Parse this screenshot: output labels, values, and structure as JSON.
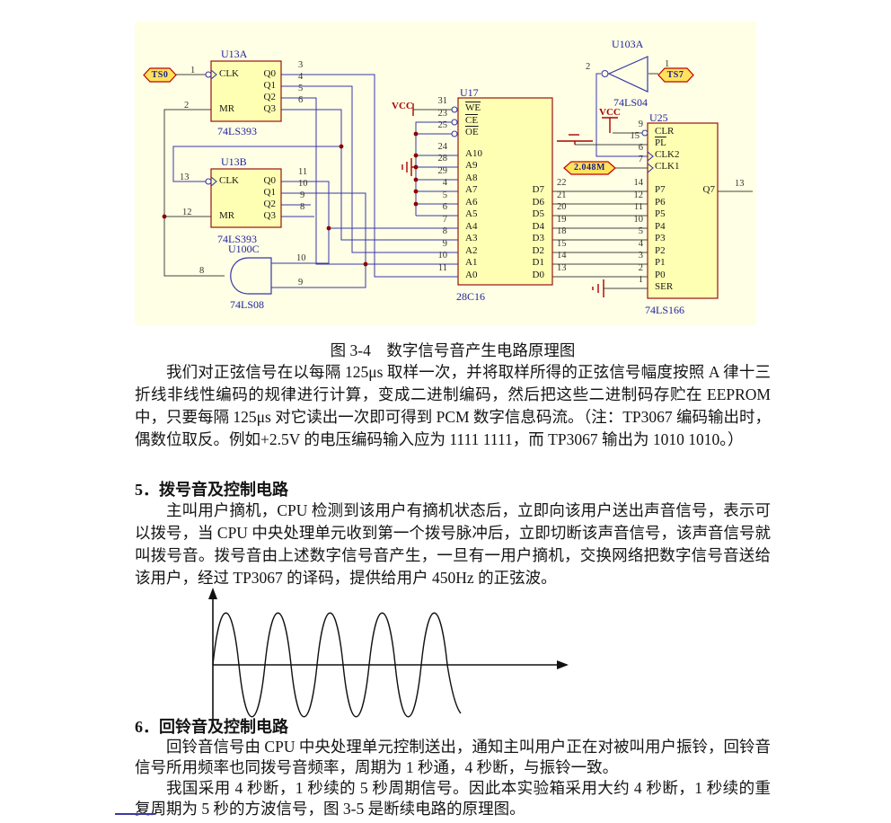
{
  "figure": {
    "caption": "图 3-4　数字信号音产生电路原理图"
  },
  "sections": {
    "h5": "5．拨号音及控制电路",
    "h6": "6．回铃音及控制电路"
  },
  "paragraphs": {
    "p1": "我们对正弦信号在以每隔 125μs 取样一次，并将取样所得的正弦信号幅度按照 A 律十三折线非线性编码的规律进行计算，变成二进制编码，然后把这些二进制码存贮在 EEPROM 中，只要每隔 125μs 对它读出一次即可得到 PCM 数字信息码流。（注：TP3067 编码输出时，偶数位取反。例如+2.5V 的电压编码输入应为 1111 1111，而 TP3067 输出为 1010 1010。）",
    "p2": "主叫用户摘机，CPU 检测到该用户有摘机状态后，立即向该用户送出声音信号，表示可以拨号，当 CPU 中央处理单元收到第一个拨号脉冲后，立即切断该声音信号，该声音信号就叫拨号音。拨号音由上述数字信号音产生，一旦有一用户摘机，交换网络把数字信号音送给该用户，经过 TP3067 的译码，提供给用户 450Hz 的正弦波。",
    "p3": "回铃音信号由 CPU 中央处理单元控制送出，通知主叫用户正在对被叫用户振铃，回铃音信号所用频率也同拨号音频率，周期为 1 秒通，4 秒断，与振铃一致。",
    "p4": "我国采用 4 秒断，1 秒续的 5 秒周期信号。因此本实验箱采用大约 4 秒断，1 秒续的重复周期为 5 秒的方波信号，图 3-5 是断续电路的原理图。"
  },
  "schematic": {
    "colors": {
      "wire": "#3737A8",
      "stub": "#45453F",
      "power": "#AA0000",
      "chip_fill": "#FFFFB4",
      "chip_border": "#991111",
      "panel_bg": "#FFFFE6",
      "port_fill": "#FFE35C"
    },
    "vcc": "VCC",
    "ports": {
      "ts0": "TS0",
      "ts7": "TS7",
      "osc": "2.048M"
    },
    "u13a": {
      "ref": "U13A",
      "part": "74LS393",
      "lnum": [
        "1",
        "2"
      ],
      "lpin": [
        "CLK",
        "MR"
      ],
      "rnum": [
        "3",
        "4",
        "5",
        "6"
      ],
      "rpin": [
        "Q0",
        "Q1",
        "Q2",
        "Q3"
      ]
    },
    "u13b": {
      "ref": "U13B",
      "part": "74LS393",
      "lnum": [
        "13",
        "12"
      ],
      "lpin": [
        "CLK",
        "MR"
      ],
      "rnum": [
        "11",
        "10",
        "9",
        "8"
      ],
      "rpin": [
        "Q0",
        "Q1",
        "Q2",
        "Q3"
      ]
    },
    "u100c": {
      "ref": "U100C",
      "part": "74LS08",
      "pins": [
        "8",
        "10",
        "9"
      ]
    },
    "u103a": {
      "ref": "U103A",
      "part": "74LS04",
      "pins": [
        "2",
        "1"
      ]
    },
    "u17": {
      "ref": "U17",
      "part": "28C16",
      "lnum": [
        "31",
        "23",
        "25",
        "24",
        "28",
        "29",
        "4",
        "5",
        "6",
        "7",
        "8",
        "9",
        "10",
        "11"
      ],
      "lpin": [
        "WE",
        "CE",
        "OE",
        "A10",
        "A9",
        "A8",
        "A7",
        "A6",
        "A5",
        "A4",
        "A3",
        "A2",
        "A1",
        "A0"
      ],
      "rnum": [
        "22",
        "21",
        "20",
        "19",
        "18",
        "15",
        "14",
        "13"
      ],
      "rpin": [
        "D7",
        "D6",
        "D5",
        "D4",
        "D3",
        "D2",
        "D1",
        "D0"
      ]
    },
    "u25": {
      "ref": "U25",
      "part": "74LS166",
      "cnum": [
        "9",
        "15",
        "6",
        "7"
      ],
      "cpin": [
        "CLR",
        "PL",
        "CLK2",
        "CLK1"
      ],
      "pnum": [
        "14",
        "12",
        "11",
        "10",
        "5",
        "4",
        "3",
        "2",
        "1"
      ],
      "ppin": [
        "P7",
        "P6",
        "P5",
        "P4",
        "P3",
        "P2",
        "P1",
        "P0",
        "SER"
      ],
      "onum": "13",
      "opin": "Q7"
    }
  }
}
